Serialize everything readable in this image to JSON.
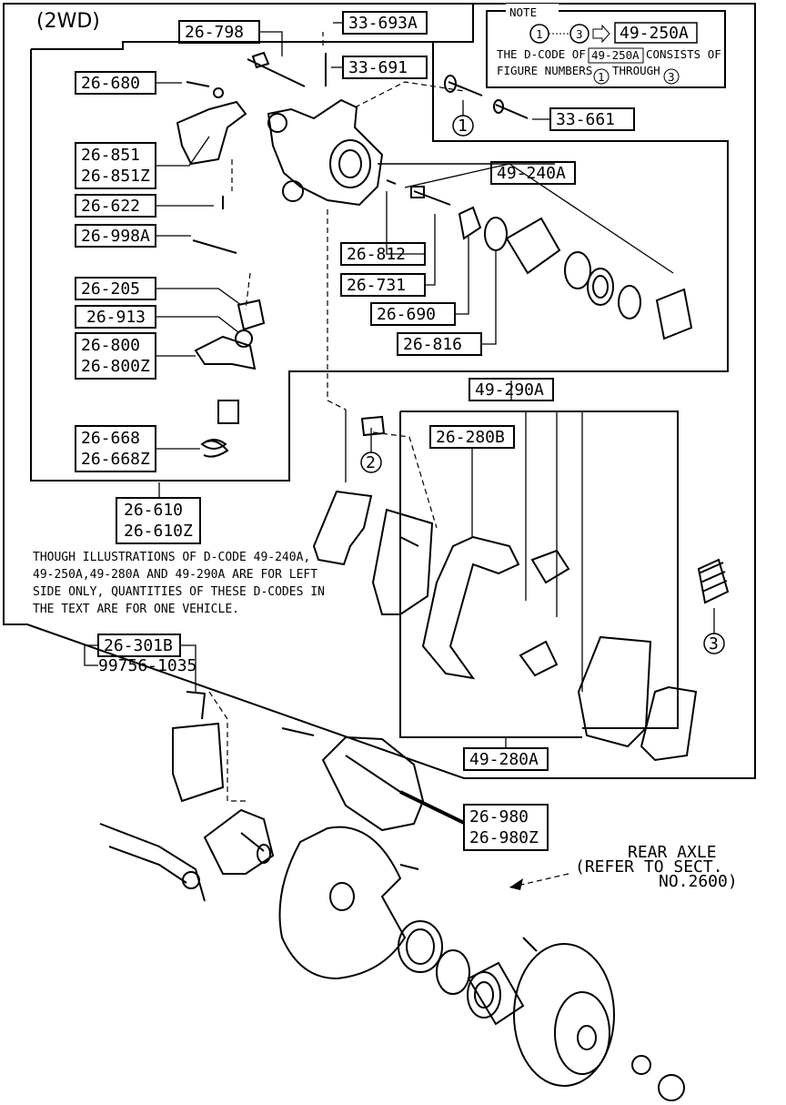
{
  "title": "(2WD)",
  "note": {
    "heading": "NOTE",
    "formula_start": "1",
    "formula_end": "3",
    "formula_code": "49-250A",
    "line1_a": "THE D-CODE OF",
    "line1_code": "49-250A",
    "line1_b": "CONSISTS OF",
    "line2_a": "FIGURE NUMBERS",
    "line2_b": "THROUGH",
    "num_from": "1",
    "num_to": "3"
  },
  "labels": {
    "p26_798": "26-798",
    "p33_693A": "33-693A",
    "p33_691": "33-691",
    "p26_680": "26-680",
    "p33_661": "33-661",
    "p26_851": "26-851",
    "p26_851Z": "26-851Z",
    "p49_240A": "49-240A",
    "p26_622": "26-622",
    "p26_998A": "26-998A",
    "p26_812": "26-812",
    "p26_731": "26-731",
    "p26_205": "26-205",
    "p26_913": "26-913",
    "p26_690": "26-690",
    "p26_800": "26-800",
    "p26_800Z": "26-800Z",
    "p26_816": "26-816",
    "p49_290A": "49-290A",
    "p26_280B": "26-280B",
    "p26_668": "26-668",
    "p26_668Z": "26-668Z",
    "p26_610": "26-610",
    "p26_610Z": "26-610Z",
    "p26_301B": "26-301B",
    "p99756": "99756-1035",
    "p49_280A": "49-280A",
    "p26_980": "26-980",
    "p26_980Z": "26-980Z"
  },
  "callouts": {
    "c1": "1",
    "c2": "2",
    "c3": "3"
  },
  "disclaimer": [
    "THOUGH ILLUSTRATIONS OF D-CODE 49-240A,",
    "49-250A,49-280A AND 49-290A ARE FOR LEFT",
    "SIDE ONLY, QUANTITIES OF THESE D-CODES IN",
    "THE TEXT ARE FOR ONE VEHICLE."
  ],
  "rear_axle": {
    "line1": "REAR AXLE",
    "line2": "(REFER TO SECT.",
    "line3": "NO.2600)"
  }
}
